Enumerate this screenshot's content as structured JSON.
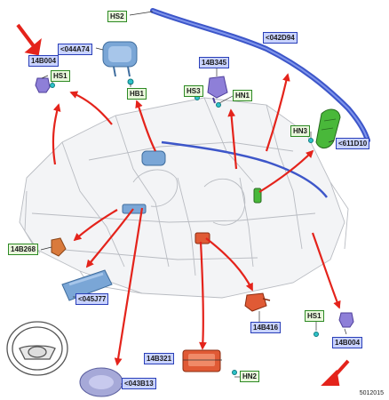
{
  "colors": {
    "module_blue": "#7aa6d6",
    "curtain_blue": "#3d56c9",
    "seat_purple": "#8e7fd8",
    "sensor_orange": "#d97a3c",
    "module_red": "#e05a35",
    "side_green": "#49b83a",
    "callout_red": "#e4231b",
    "label_blue_fill": "#c9d3ff",
    "label_green_fill": "#e9f7dc"
  },
  "labels": {
    "hs2_top": "HS2",
    "curtain": "<042D94",
    "passenger": "<044A74",
    "sensor_left": "14B004",
    "hs1_left": "HS1",
    "hb1": "HB1",
    "seat_sensor": "14B345",
    "hs3": "HS3",
    "hn1": "HN1",
    "hn3": "HN3",
    "side_airbag": "<611D10",
    "front_sensor": "14B268",
    "knee": "<045J77",
    "driver": "<043B13",
    "control_module": "14B321",
    "hn2": "HN2",
    "sensor_416": "14B416",
    "hs1_right": "HS1",
    "sensor_right": "14B004"
  },
  "figure_id": "5012015"
}
